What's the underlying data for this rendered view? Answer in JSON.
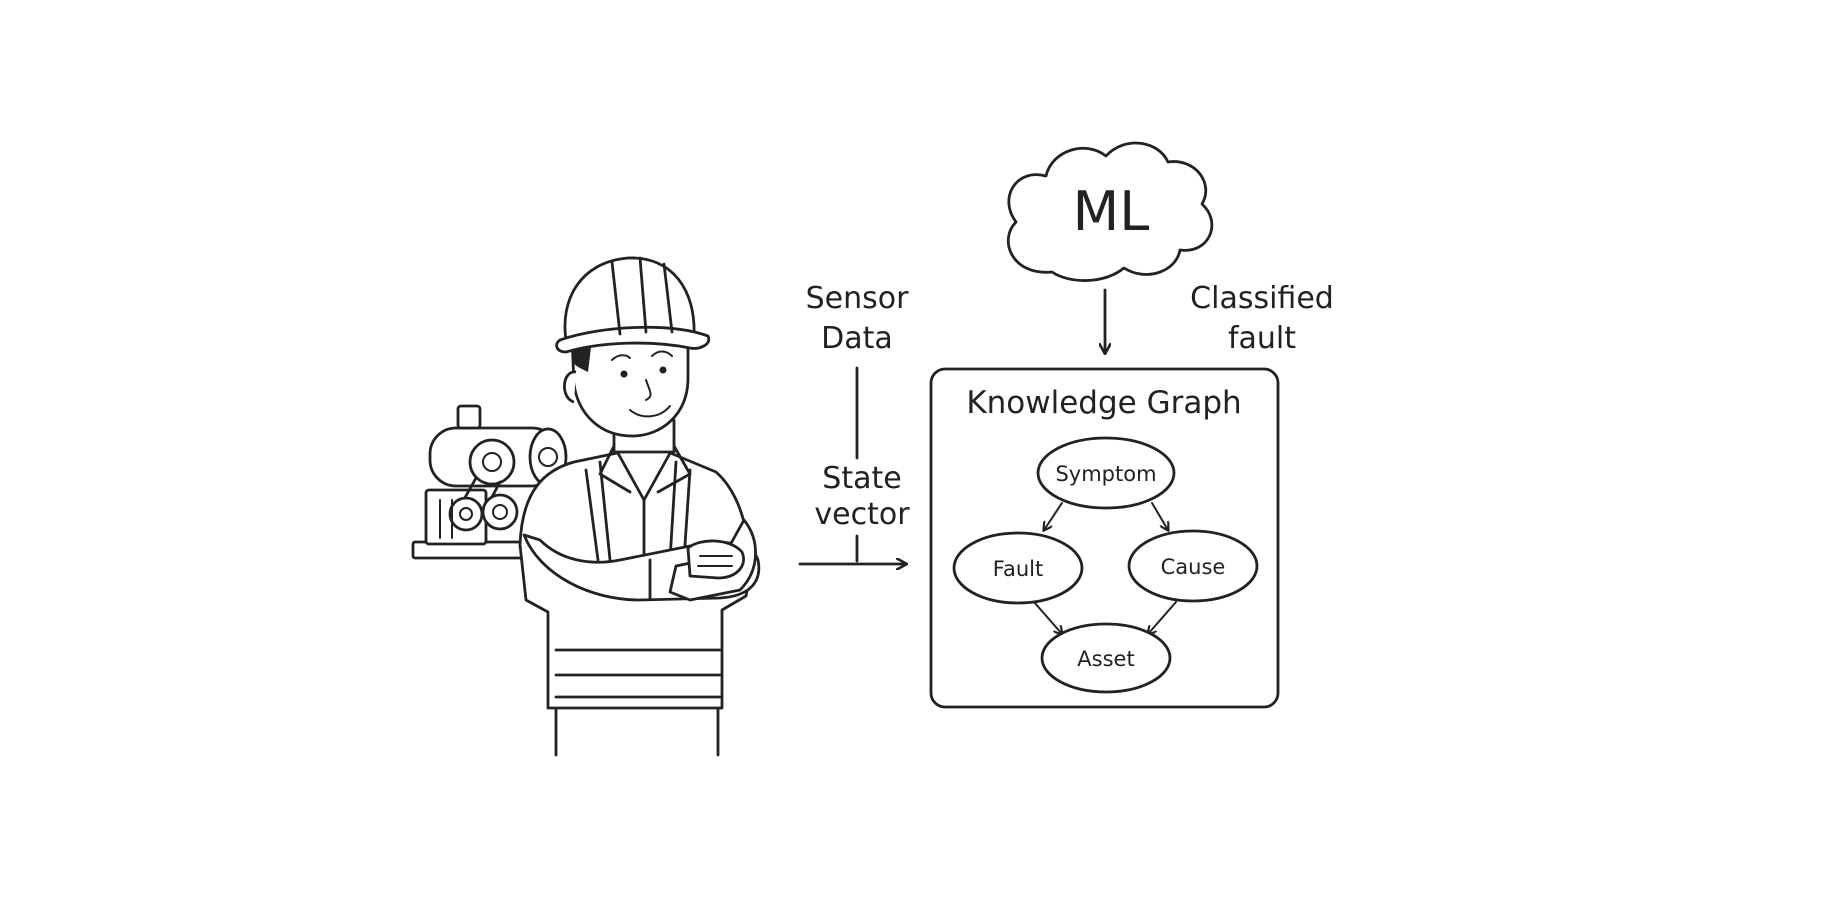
{
  "cloud": {
    "label": "ML",
    "icon": "cloud-icon"
  },
  "labels": {
    "sensor_line1": "Sensor",
    "sensor_line2": "Data",
    "state_line1": "State",
    "state_line2": "vector",
    "classified_line1": "Classified",
    "classified_line2": "fault"
  },
  "knowledge_graph": {
    "title": "Knowledge Graph",
    "nodes": {
      "symptom": "Symptom",
      "fault": "Fault",
      "cause": "Cause",
      "asset": "Asset"
    }
  },
  "figure": {
    "worker_icon": "engineer-with-hard-hat-icon",
    "machine_icon": "industrial-machine-icon"
  },
  "colors": {
    "stroke": "#222222",
    "background": "#ffffff"
  }
}
